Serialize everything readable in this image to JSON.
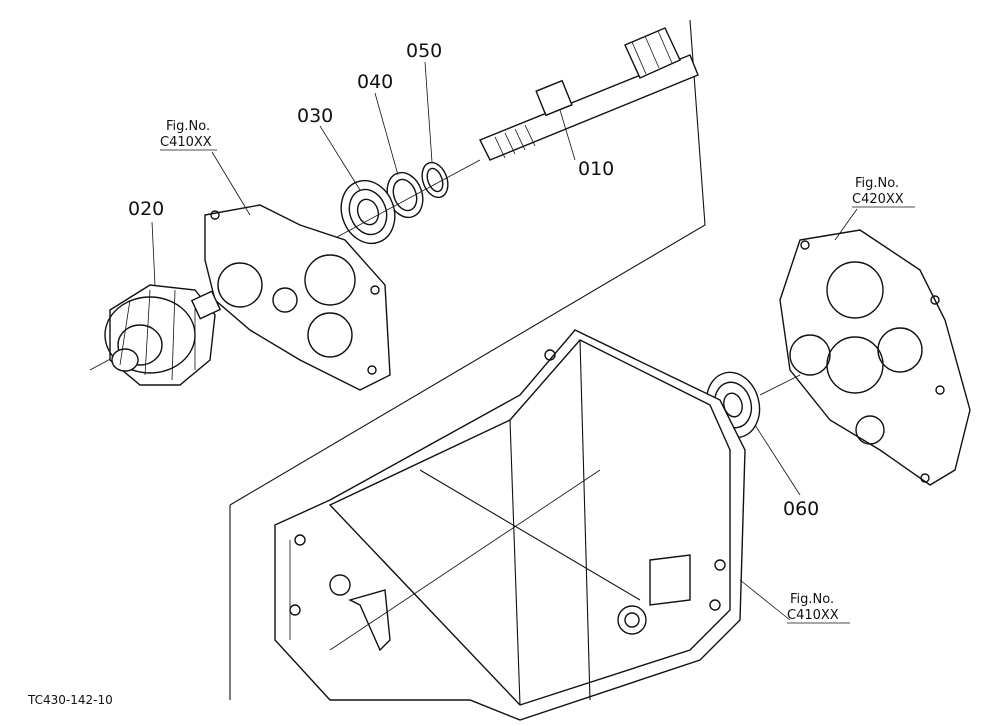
{
  "parts": {
    "p010": "010",
    "p020": "020",
    "p030": "030",
    "p040": "040",
    "p050": "050",
    "p060": "060"
  },
  "figrefs": {
    "upper_left": {
      "line1": "Fig.No.",
      "line2": "C410XX"
    },
    "right": {
      "line1": "Fig.No.",
      "line2": "C420XX"
    },
    "lower_right": {
      "line1": "Fig.No.",
      "line2": "C410XX"
    }
  },
  "footer": {
    "code": "TC430-142-10"
  }
}
